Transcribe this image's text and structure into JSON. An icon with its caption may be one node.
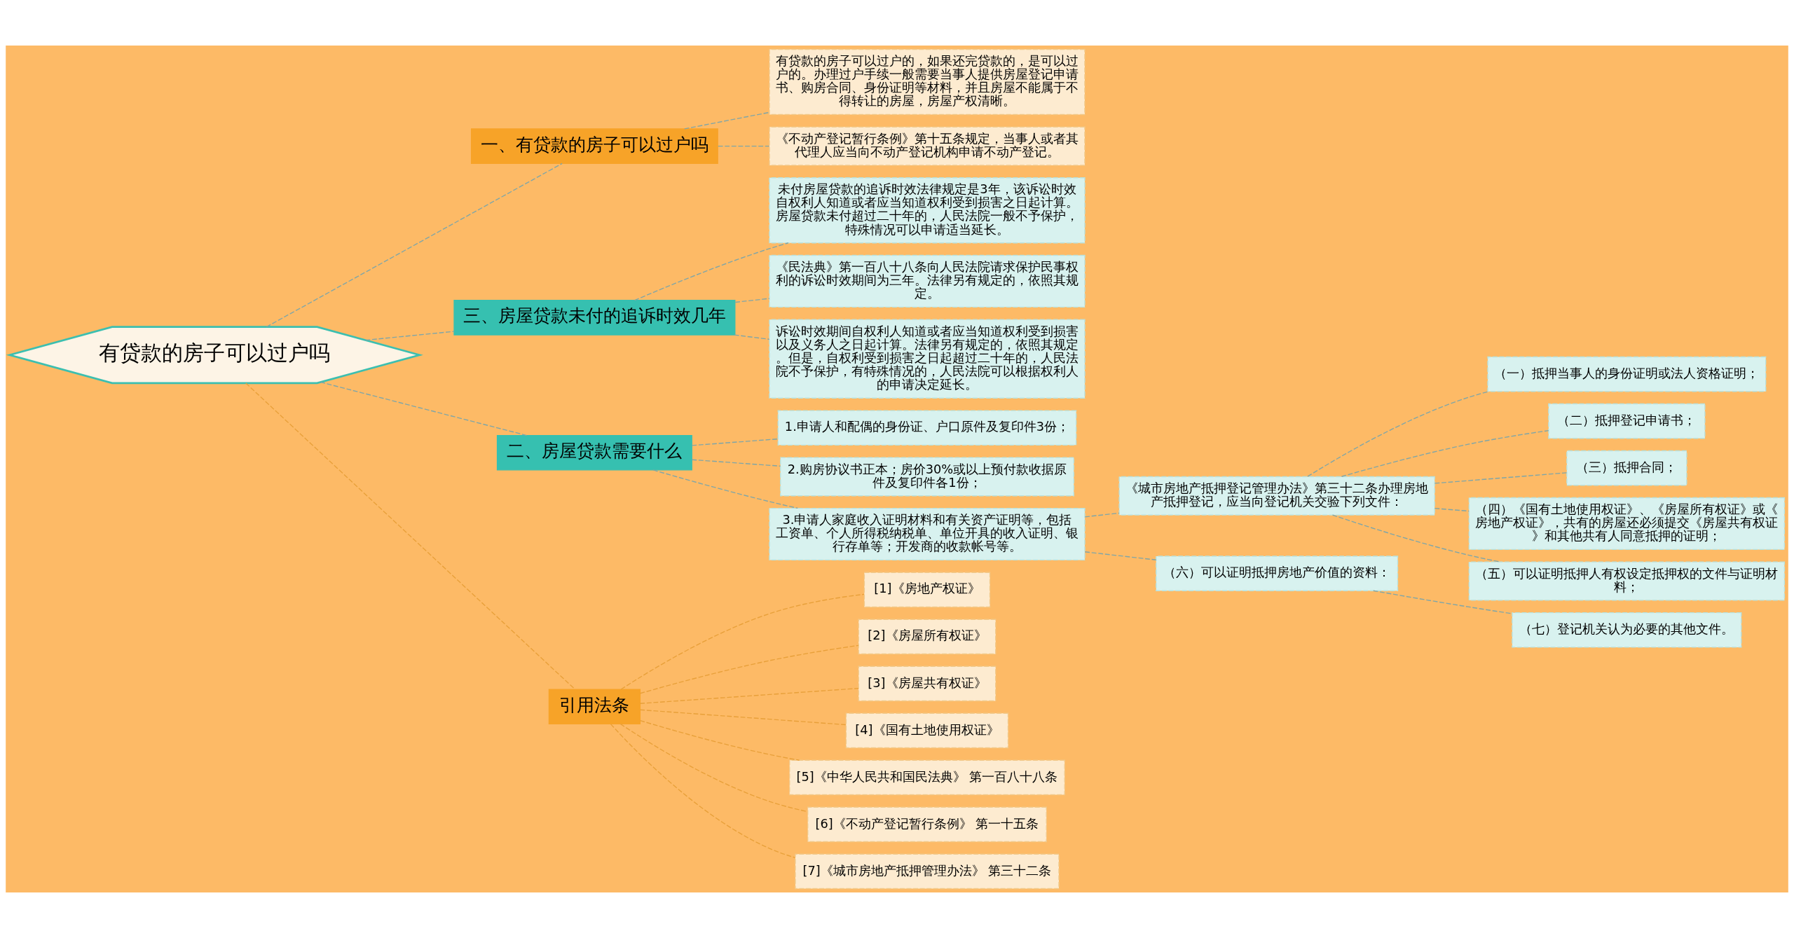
{
  "diagram": {
    "nodes": [
      {
        "text": [
          "有贷款的房子可以过户吗"
        ]
      },
      {
        "text": [
          "一、有贷款的房子可以过户吗"
        ]
      },
      {
        "text": [
          "有贷款的房子可以过户的，如果还完贷款的，是可以过户的。办理过户手续一般需要当事人提供房屋登记申请书、购房合同、身份证明等材料，并且房屋不能属于不得转让的房屋，房屋产权清晰。"
        ]
      },
      {
        "text": [
          "《不动产登记暂行条例》第十五条规定，当事人或者其代理人应当向不动产登记机构申请不动产登记。"
        ]
      },
      {
        "text": [
          "三、房屋贷款未付的追诉时效几年"
        ]
      },
      {
        "text": [
          "未付房屋贷款的追诉时效法律规定是3年，该诉讼时效自权利人知道或者应当知道权利受到损害之日起计算。房屋贷款未付超过二十年的，人民法院一般不予保护，特殊情况可以申请适当延长。"
        ]
      },
      {
        "text": [
          "《民法典》第一百八十八条向人民法院请求保护民事权利的诉讼时效期间为三年。法律另有规定的，依照其规定。"
        ]
      },
      {
        "text": [
          "诉讼时效期间自权利人知道或者应当知道权利受到损害以及义务人之日起计算。法律另有规定的，依照其规定。但是，自权利受到损害之日起超过二十年的，人民法院不予保护，有特殊情况的，人民法院可以根据权利人的申请决定延长。"
        ]
      },
      {
        "text": [
          "二、房屋贷款需要什么"
        ]
      },
      {
        "text": [
          "1.申请人和配偶的身份证、户口原件及复印件3份；"
        ]
      },
      {
        "text": [
          "2.购房协议书正本；房价30%或以上预付款收据原件及复印件各1份；"
        ]
      },
      {
        "text": [
          "3.申请人家庭收入证明材料和有关资产证明等，包括工资单、个人所得税纳税单、单位开具的收入证明、银行存单等；开发商的收款帐号等。"
        ]
      },
      {
        "text": [
          "《城市房地产抵押登记管理办法》第三十二条办理房地产抵押登记，应当向登记机关交验下列文件："
        ]
      },
      {
        "text": [
          "（一）抵押当事人的身份证明或法人资格证明；"
        ]
      },
      {
        "text": [
          "（二）抵押登记申请书；"
        ]
      },
      {
        "text": [
          "（三）抵押合同；"
        ]
      },
      {
        "text": [
          "（四）《国有土地使用权证》、《房屋所有权证》或《房地产权证》，共有的房屋还必须提交《房屋共有权证》和其他共有人同意抵押的证明；"
        ]
      },
      {
        "text": [
          "（五）可以证明抵押人有权设定抵押权的文件与证明材料；"
        ]
      },
      {
        "text": [
          "（六）可以证明抵押房地产价值的资料："
        ]
      },
      {
        "text": [
          "（七）登记机关认为必要的其他文件。"
        ]
      },
      {
        "text": [
          "引用法条"
        ]
      },
      {
        "text": [
          "[1]《房地产权证》"
        ]
      },
      {
        "text": [
          "[2]《房屋所有权证》"
        ]
      },
      {
        "text": [
          "[3]《房屋共有权证》"
        ]
      },
      {
        "text": [
          "[4]《国有土地使用权证》"
        ]
      },
      {
        "text": [
          "[5]《中华人民共和国民法典》 第一百八十八条"
        ]
      },
      {
        "text": [
          "[6]《不动产登记暂行条例》 第一十五条"
        ]
      },
      {
        "text": [
          "[7]《城市房地产抵押管理办法》 第三十二条"
        ]
      }
    ],
    "edges": [
      {
        "from": 0,
        "to": 1,
        "arrow": "none",
        "style": "dashed"
      },
      {
        "from": 1,
        "to": 2,
        "arrow": "none",
        "style": "dashed"
      },
      {
        "from": 1,
        "to": 3,
        "arrow": "none",
        "style": "dashed"
      },
      {
        "from": 0,
        "to": 4,
        "arrow": "none",
        "style": "dashed"
      },
      {
        "from": 4,
        "to": 5,
        "arrow": "none",
        "style": "dashed"
      },
      {
        "from": 4,
        "to": 6,
        "arrow": "none",
        "style": "dashed"
      },
      {
        "from": 4,
        "to": 7,
        "arrow": "none",
        "style": "dashed"
      },
      {
        "from": 0,
        "to": 8,
        "arrow": "none",
        "style": "dashed"
      },
      {
        "from": 8,
        "to": 9,
        "arrow": "none",
        "style": "dashed"
      },
      {
        "from": 8,
        "to": 10,
        "arrow": "none",
        "style": "dashed"
      },
      {
        "from": 8,
        "to": 11,
        "arrow": "none",
        "style": "dashed"
      },
      {
        "from": 11,
        "to": 12,
        "arrow": "none",
        "style": "dashed"
      },
      {
        "from": 11,
        "to": 18,
        "arrow": "none",
        "style": "dashed"
      },
      {
        "from": 12,
        "to": 13,
        "arrow": "none",
        "style": "dashed"
      },
      {
        "from": 12,
        "to": 14,
        "arrow": "none",
        "style": "dashed"
      },
      {
        "from": 12,
        "to": 15,
        "arrow": "none",
        "style": "dashed"
      },
      {
        "from": 12,
        "to": 16,
        "arrow": "none",
        "style": "dashed"
      },
      {
        "from": 12,
        "to": 17,
        "arrow": "none",
        "style": "dashed"
      },
      {
        "from": 18,
        "to": 19,
        "arrow": "none",
        "style": "dashed"
      },
      {
        "from": 0,
        "to": 20,
        "arrow": "none",
        "style": "dashed",
        "color": "#e8a03a"
      },
      {
        "from": 20,
        "to": 21,
        "arrow": "none",
        "style": "dashed",
        "color": "#e8a03a"
      },
      {
        "from": 20,
        "to": 22,
        "arrow": "none",
        "style": "dashed",
        "color": "#e8a03a"
      },
      {
        "from": 20,
        "to": 23,
        "arrow": "none",
        "style": "dashed",
        "color": "#e8a03a"
      },
      {
        "from": 20,
        "to": 24,
        "arrow": "none",
        "style": "dashed",
        "color": "#e8a03a"
      },
      {
        "from": 20,
        "to": 25,
        "arrow": "none",
        "style": "dashed",
        "color": "#e8a03a"
      },
      {
        "from": 20,
        "to": 26,
        "arrow": "none",
        "style": "dashed",
        "color": "#e8a03a"
      },
      {
        "from": 20,
        "to": 27,
        "arrow": "none",
        "style": "dashed",
        "color": "#e8a03a"
      }
    ]
  }
}
